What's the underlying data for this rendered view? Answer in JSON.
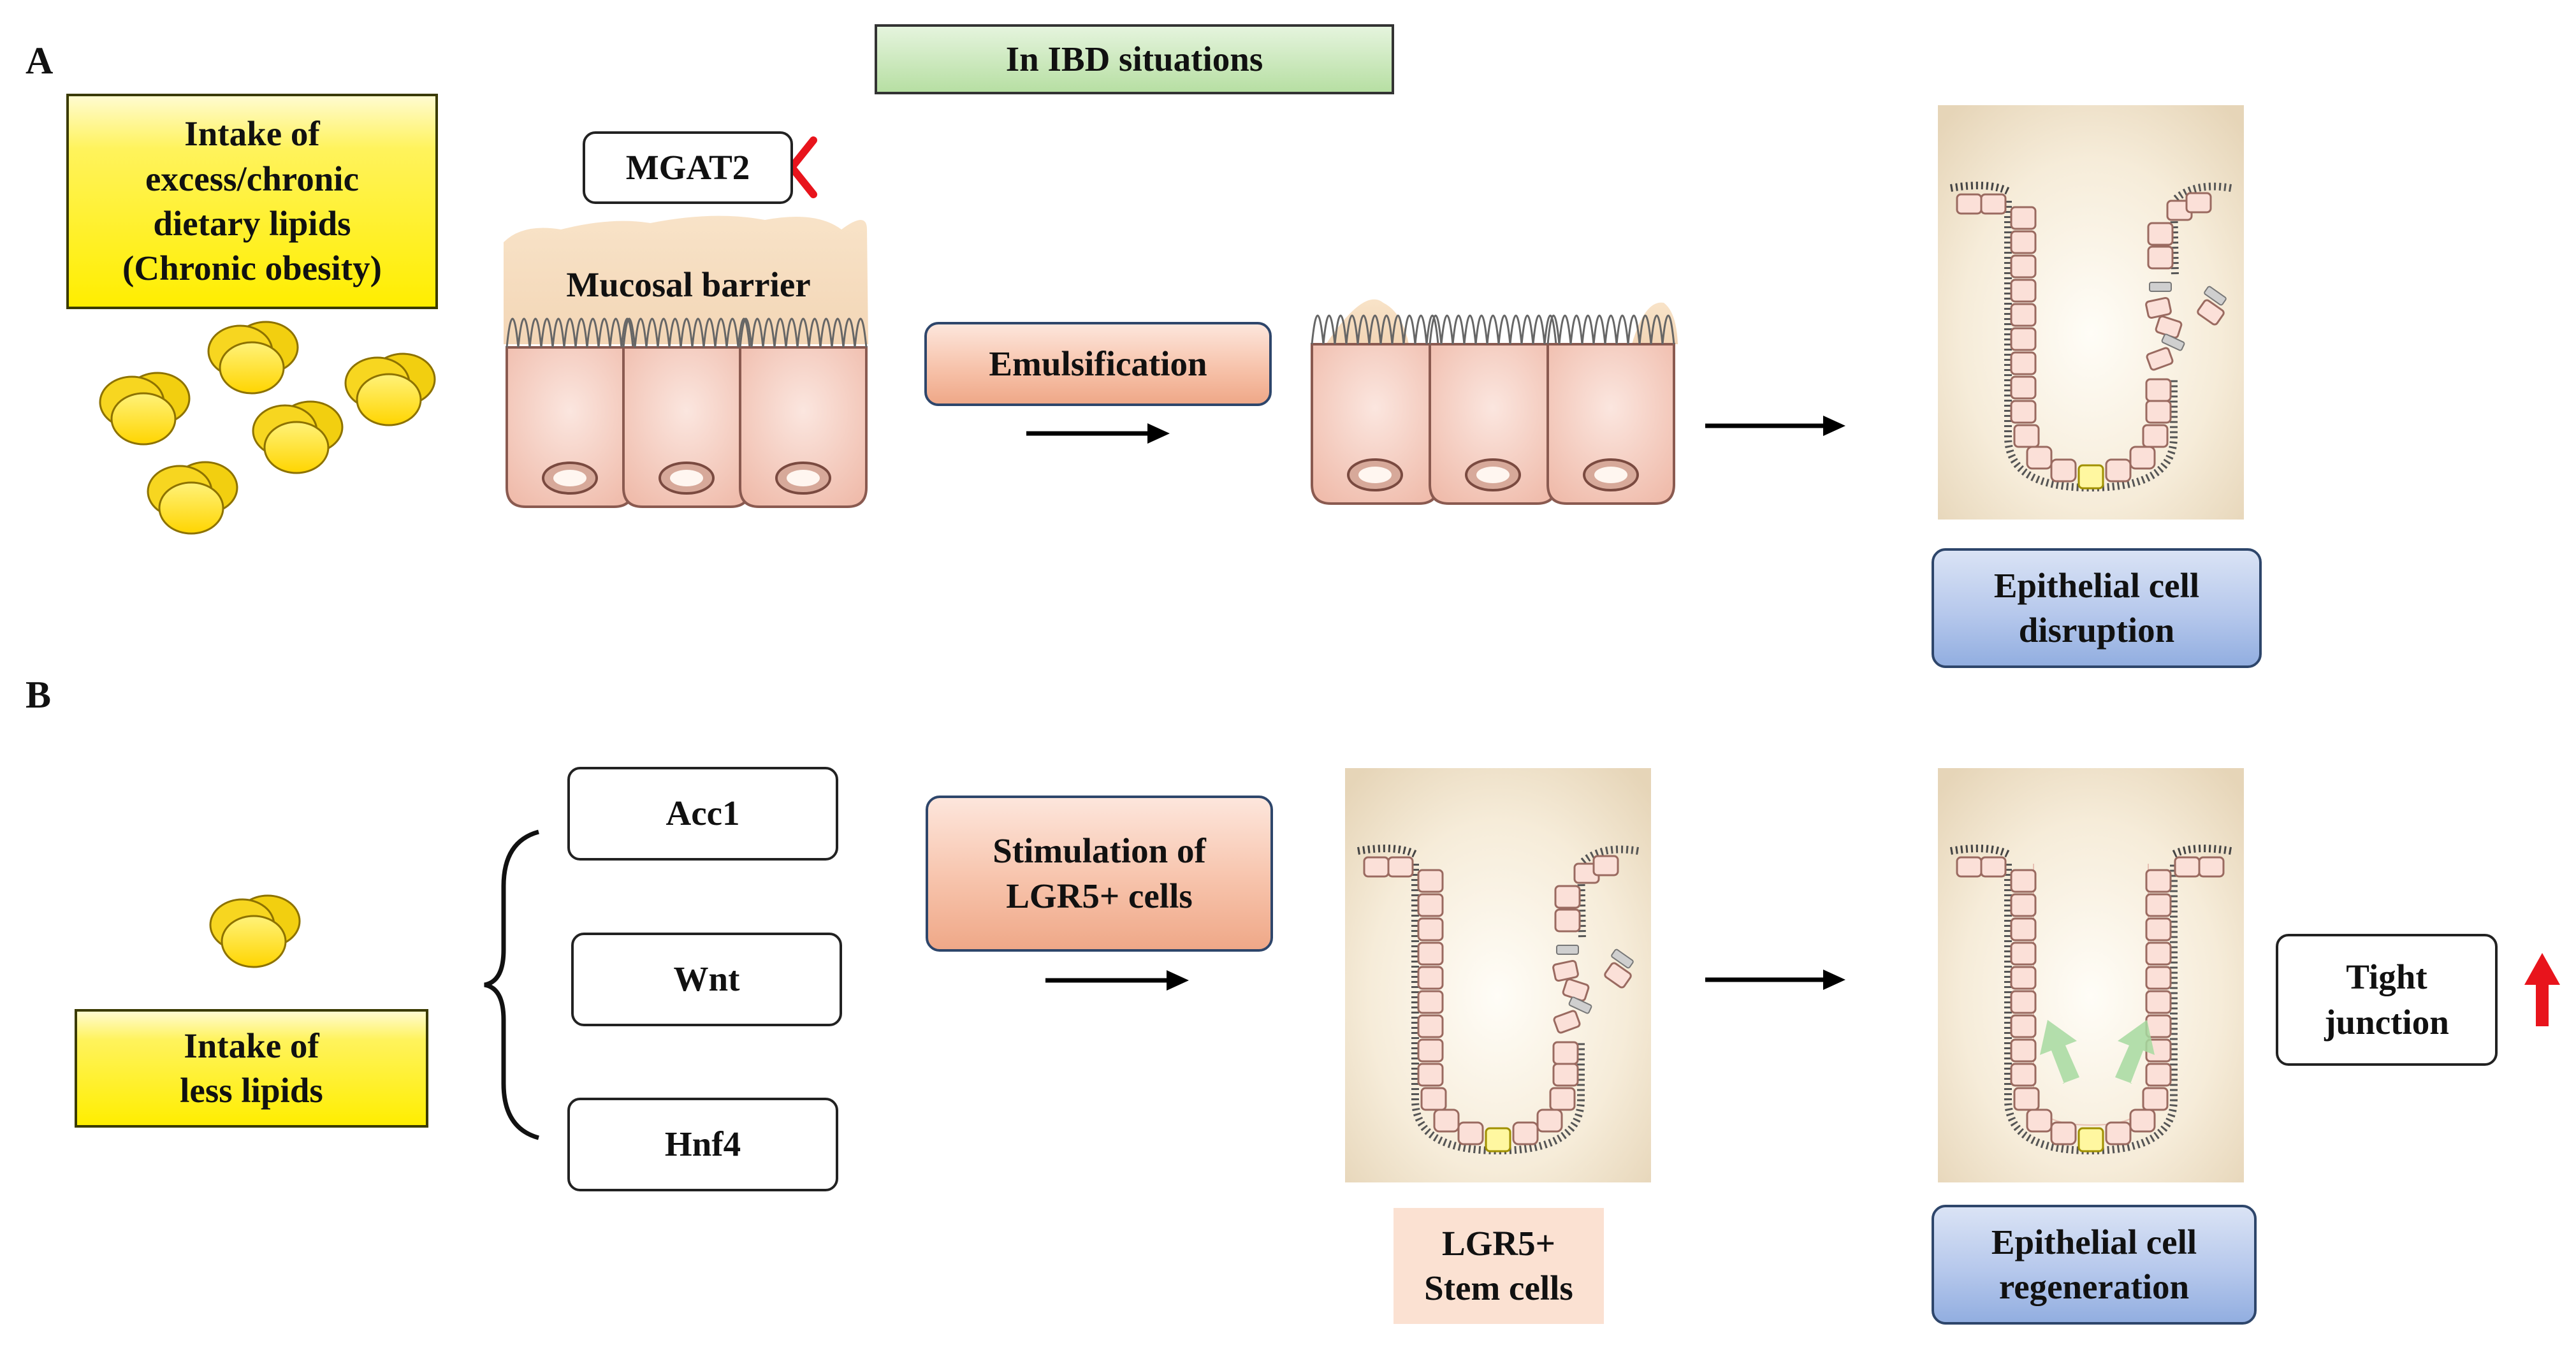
{
  "panel_labels": {
    "a": "A",
    "b": "B"
  },
  "header": {
    "title": "In IBD situations"
  },
  "panel_a": {
    "intake_box": [
      "Intake of",
      "excess/chronic",
      "dietary lipids",
      "(Chronic obesity)"
    ],
    "mgat2_label": "MGAT2",
    "mucosal_barrier_label": "Mucosal barrier",
    "emulsification_label": "Emulsification",
    "disruption_box": [
      "Epithelial cell",
      "disruption"
    ]
  },
  "panel_b": {
    "intake_box": [
      "Intake of",
      "less lipids"
    ],
    "genes": [
      "Acc1",
      "Wnt",
      "Hnf4"
    ],
    "stimulation_box": [
      "Stimulation of",
      "LGR5+ cells"
    ],
    "stem_cells_box": [
      "LGR5+",
      "Stem cells"
    ],
    "regeneration_box": [
      "Epithelial cell",
      "regeneration"
    ],
    "tight_junction_box": [
      "Tight",
      "junction"
    ]
  },
  "colors": {
    "lipid_droplet": "#ffe033",
    "lipid_outline": "#9a7a00",
    "cell_pink": "#f4c9bc",
    "mucus": "#f6dcbf",
    "red_mark": "#e8141c",
    "green_arrow": "#a6d9a0"
  },
  "icons": [
    "x-mark-icon",
    "up-arrow-icon",
    "right-arrow-icon",
    "curly-brace-icon",
    "lipid-droplet-icon"
  ]
}
